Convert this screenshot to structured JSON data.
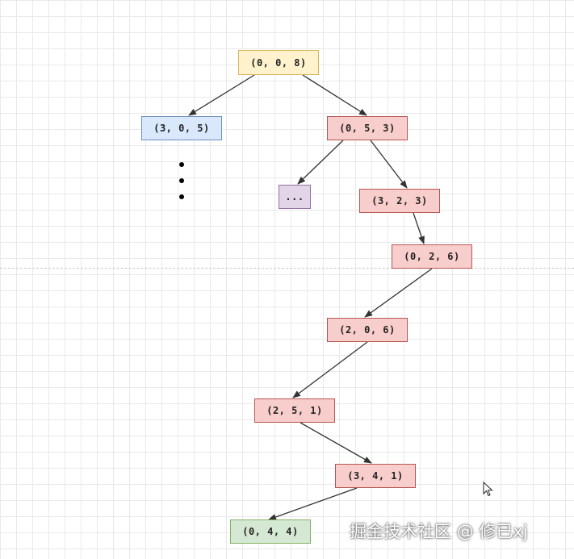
{
  "nodes": {
    "n_008": "(0, 0, 8)",
    "n_305": "(3, 0, 5)",
    "n_053": "(0, 5, 3)",
    "n_more": "...",
    "n_323": "(3, 2, 3)",
    "n_026": "(0, 2, 6)",
    "n_206": "(2, 0, 6)",
    "n_251": "(2, 5, 1)",
    "n_341": "(3, 4, 1)",
    "n_044": "(0, 4, 4)"
  },
  "colors": {
    "yellow_fill": "#fff2cc",
    "blue_fill": "#dae8fc",
    "red_fill": "#f8cecc",
    "purple_fill": "#e1d5e7",
    "green_fill": "#d5e8d4",
    "edge": "#333333"
  },
  "icons": {
    "ellipsis": "vertical-dots-icon",
    "cursor": "mouse-cursor-icon"
  },
  "watermark": "掘金技术社区 @ 修已xj"
}
